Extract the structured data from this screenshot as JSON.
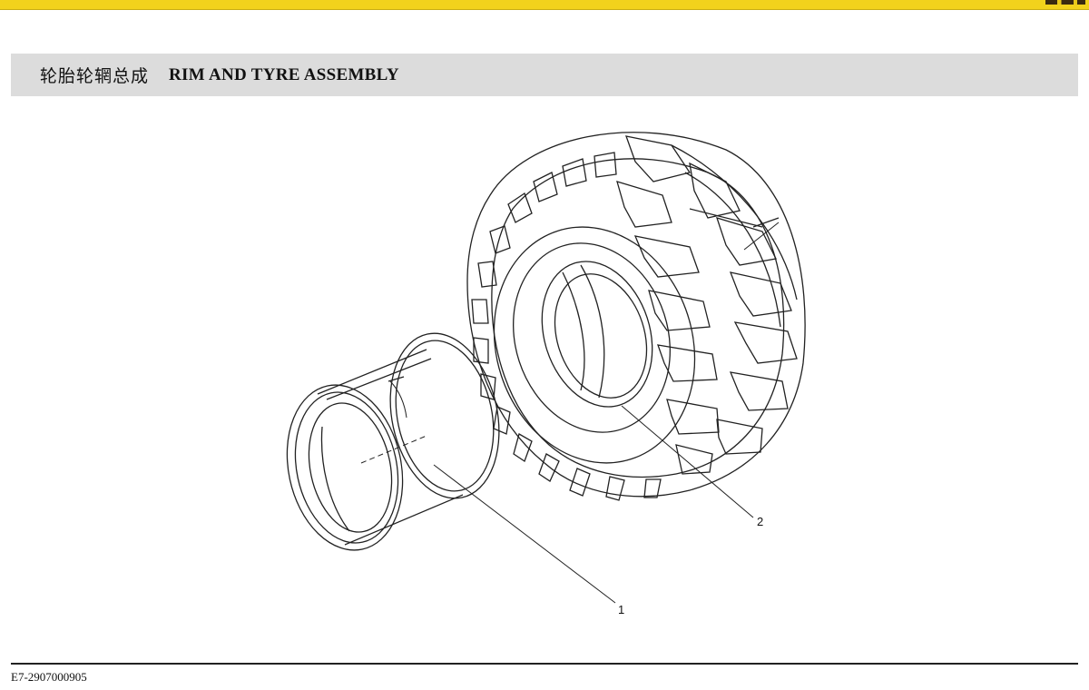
{
  "header": {
    "title_cn": "轮胎轮辋总成",
    "title_en": "RIM AND TYRE ASSEMBLY"
  },
  "drawing": {
    "callouts": [
      {
        "label": "1",
        "part": "rim"
      },
      {
        "label": "2",
        "part": "tyre"
      }
    ]
  },
  "footer": {
    "doc_code": "E7-2907000905"
  },
  "colors": {
    "top_bar": "#f2d21c",
    "title_band": "#dcdcdc"
  }
}
